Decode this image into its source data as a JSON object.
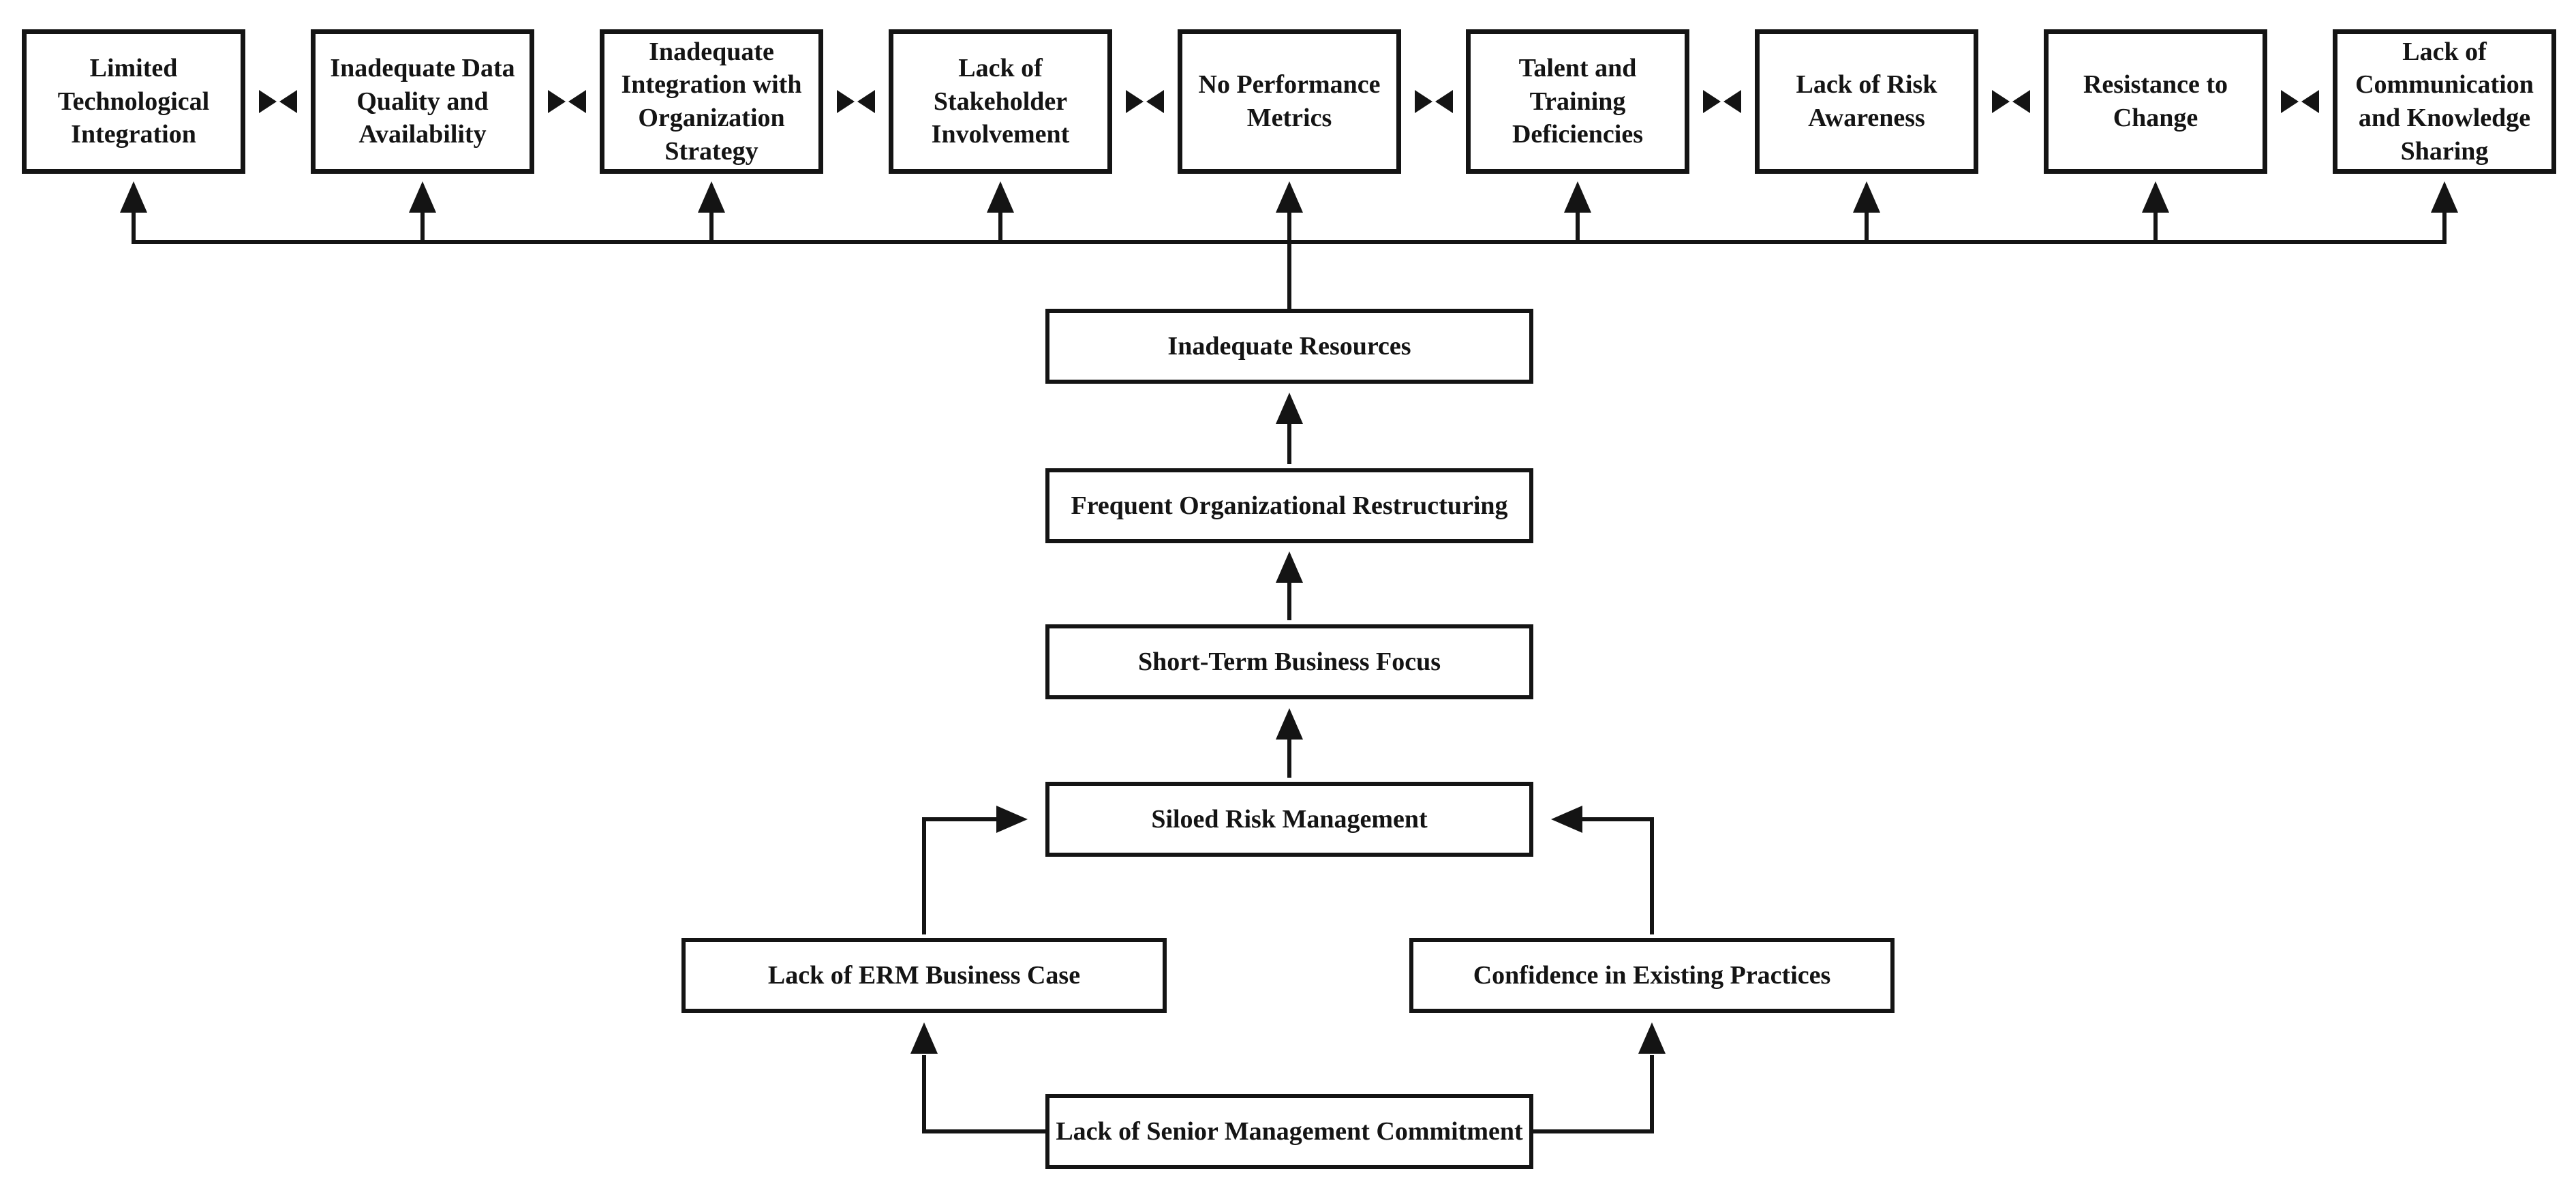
{
  "figure": {
    "background_color": "#ffffff",
    "line_color": "#141414",
    "text_color": "#141414"
  },
  "top_row": [
    {
      "label": "Limited Technological Integration"
    },
    {
      "label": "Inadequate Data Quality and Availability"
    },
    {
      "label": "Inadequate Integration with Organization Strategy"
    },
    {
      "label": "Lack of Stakeholder Involvement"
    },
    {
      "label": "No Performance Metrics"
    },
    {
      "label": "Talent and Training Deficiencies"
    },
    {
      "label": "Lack of Risk Awareness"
    },
    {
      "label": "Resistance to Change"
    },
    {
      "label": "Lack of Communication and Knowledge Sharing"
    }
  ],
  "chain": [
    {
      "label": "Inadequate Resources"
    },
    {
      "label": "Frequent Organizational Restructuring"
    },
    {
      "label": "Short-Term Business Focus"
    },
    {
      "label": "Siloed Risk Management"
    }
  ],
  "branches": [
    {
      "label": "Lack of ERM Business Case"
    },
    {
      "label": "Confidence in Existing Practices"
    }
  ],
  "root": {
    "label": "Lack of Senior Management Commitment"
  },
  "relations": {
    "top_row_connectors": "bidirectional arrowheads between adjacent top-row boxes",
    "fan_out_source": "Inadequate Resources",
    "upward_flow": [
      "Lack of Senior Management Commitment -> Lack of ERM Business Case",
      "Lack of Senior Management Commitment -> Confidence in Existing Practices",
      "Lack of ERM Business Case -> Siloed Risk Management",
      "Confidence in Existing Practices -> Siloed Risk Management",
      "Siloed Risk Management -> Short-Term Business Focus",
      "Short-Term Business Focus -> Frequent Organizational Restructuring",
      "Frequent Organizational Restructuring -> Inadequate Resources",
      "Inadequate Resources -> all top-row barriers"
    ]
  }
}
